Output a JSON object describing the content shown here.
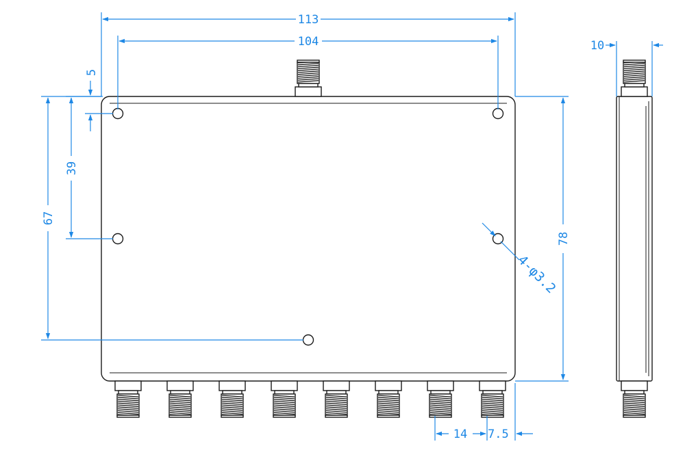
{
  "dimensions": {
    "overall_width": "113",
    "hole_spacing_width": "104",
    "hole_top_offset": "5",
    "left_hole_spacing": "39",
    "bottom_hole_offset": "67",
    "overall_height": "78",
    "hole_callout": "4-φ3.2",
    "connector_pitch": "14",
    "connector_edge_offset": "7.5",
    "side_thickness": "10"
  },
  "colors": {
    "dimension": "#1e88e5",
    "outline": "#1a1a1a"
  },
  "connectors": {
    "bottom_count": 8,
    "top_count": 1
  }
}
